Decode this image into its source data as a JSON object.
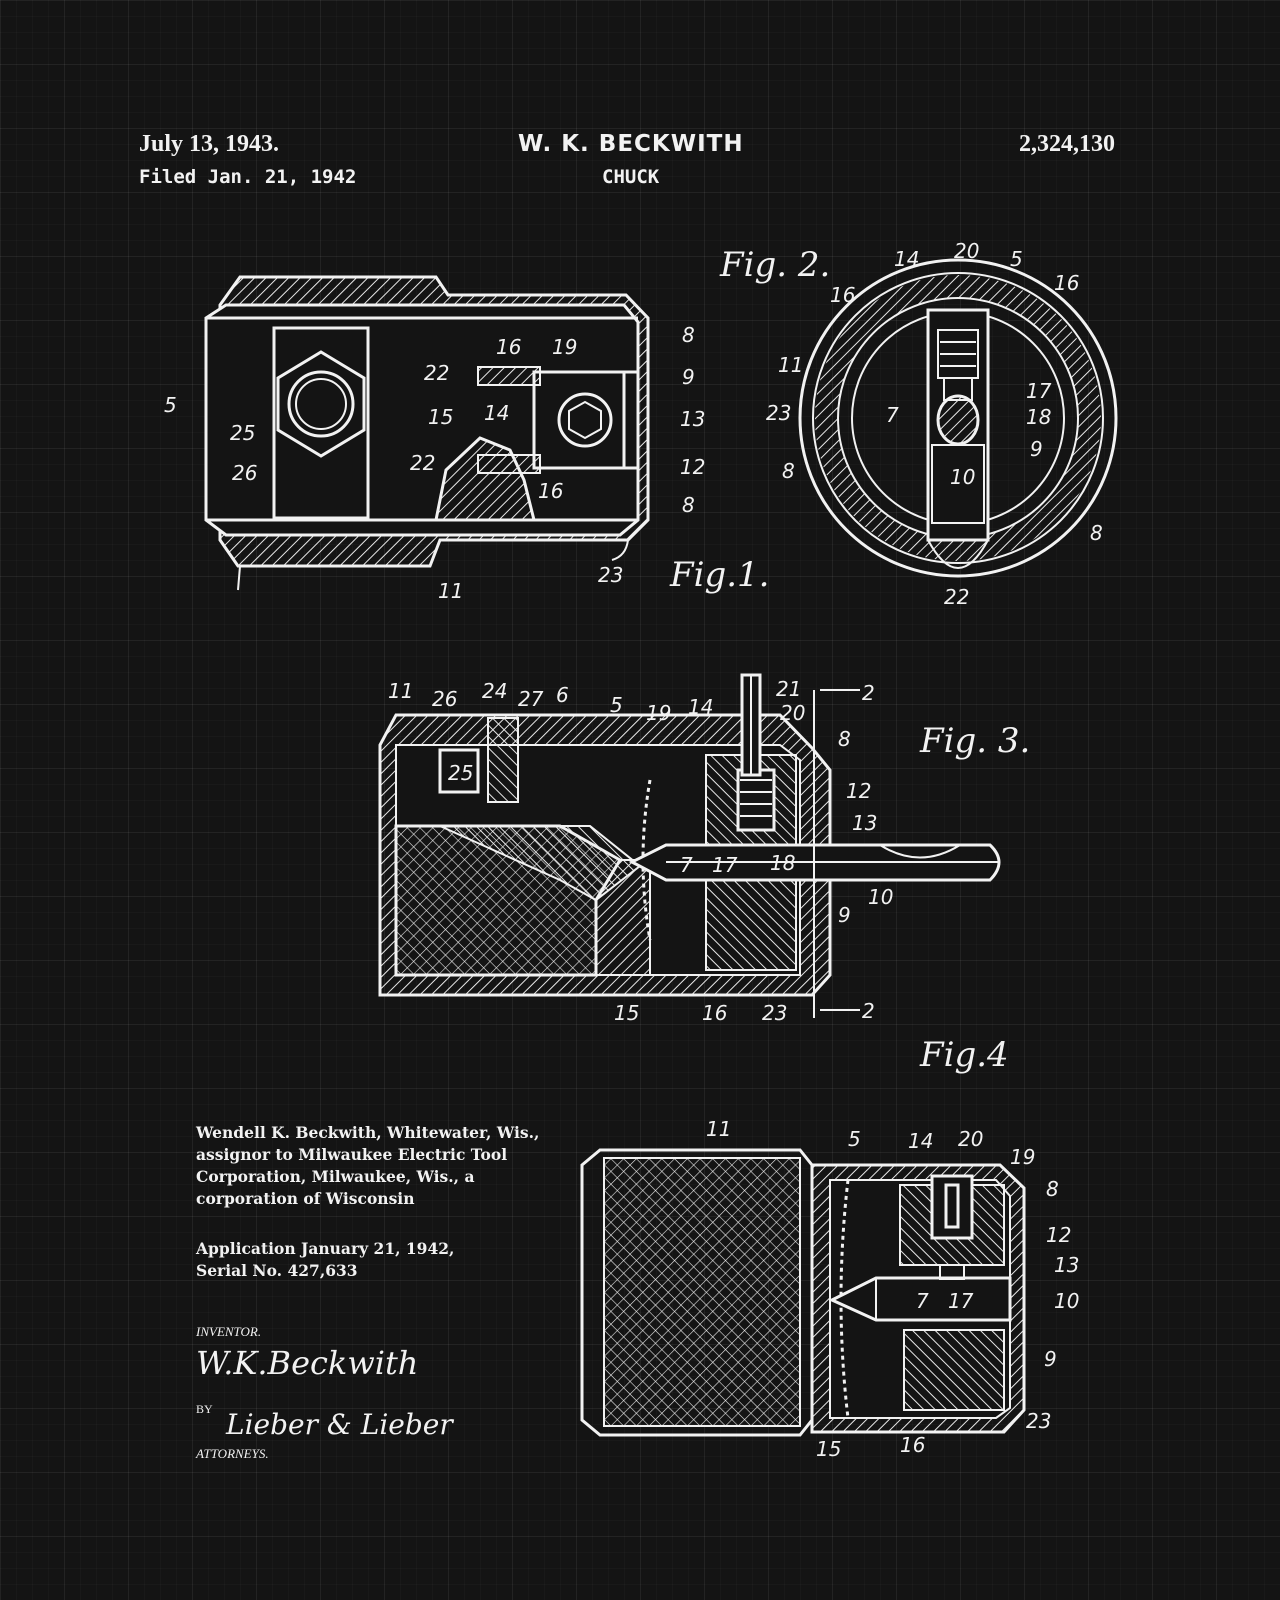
{
  "header": {
    "date": "July 13, 1943.",
    "filed": "Filed Jan. 21, 1942",
    "inventor_name": "W. K. BECKWITH",
    "title": "CHUCK",
    "patent_number": "2,324,130"
  },
  "figures": {
    "fig1": "Fig.1.",
    "fig2": "Fig. 2.",
    "fig3": "Fig. 3.",
    "fig4": "Fig.4"
  },
  "fig1_labels": {
    "l5": "5",
    "l25": "25",
    "l26": "26",
    "l22a": "22",
    "l22b": "22",
    "l15": "15",
    "l16a": "16",
    "l16b": "16",
    "l19": "19",
    "l14": "14",
    "l8a": "8",
    "l8b": "8",
    "l9": "9",
    "l13": "13",
    "l12": "12",
    "l23": "23",
    "l11": "11"
  },
  "fig2_labels": {
    "l14": "14",
    "l20": "20",
    "l5": "5",
    "l16a": "16",
    "l16b": "16",
    "l11": "11",
    "l23": "23",
    "l7": "7",
    "l17": "17",
    "l18": "18",
    "l9": "9",
    "l8a": "8",
    "l8b": "8",
    "l10": "10",
    "l22": "22"
  },
  "fig3_labels": {
    "l11": "11",
    "l26": "26",
    "l24": "24",
    "l27": "27",
    "l6": "6",
    "l5": "5",
    "l19": "19",
    "l14": "14",
    "l21": "21",
    "l20": "20",
    "l2a": "2",
    "l2b": "2",
    "l8": "8",
    "l12": "12",
    "l13": "13",
    "l25": "25",
    "l7": "7",
    "l17": "17",
    "l18": "18",
    "l10": "10",
    "l9": "9",
    "l15": "15",
    "l16": "16",
    "l23": "23"
  },
  "fig4_labels": {
    "l11": "11",
    "l5": "5",
    "l14": "14",
    "l20": "20",
    "l19": "19",
    "l8": "8",
    "l12": "12",
    "l13": "13",
    "l7": "7",
    "l17": "17",
    "l10": "10",
    "l9": "9",
    "l23": "23",
    "l15": "15",
    "l16": "16"
  },
  "info": {
    "line1": "Wendell K. Beckwith, Whitewater, Wis.,",
    "line2": "assignor to Milwaukee Electric Tool",
    "line3": "Corporation, Milwaukee, Wis., a",
    "line4": "corporation of Wisconsin",
    "application": "Application January 21, 1942,",
    "serial": "Serial No. 427,633"
  },
  "signatures": {
    "inventor_label": "INVENTOR.",
    "inventor_signature": "W.K.Beckwith",
    "by_label": "BY",
    "attorney_signature": "Lieber & Lieber",
    "attorneys_label": "ATTORNEYS."
  }
}
